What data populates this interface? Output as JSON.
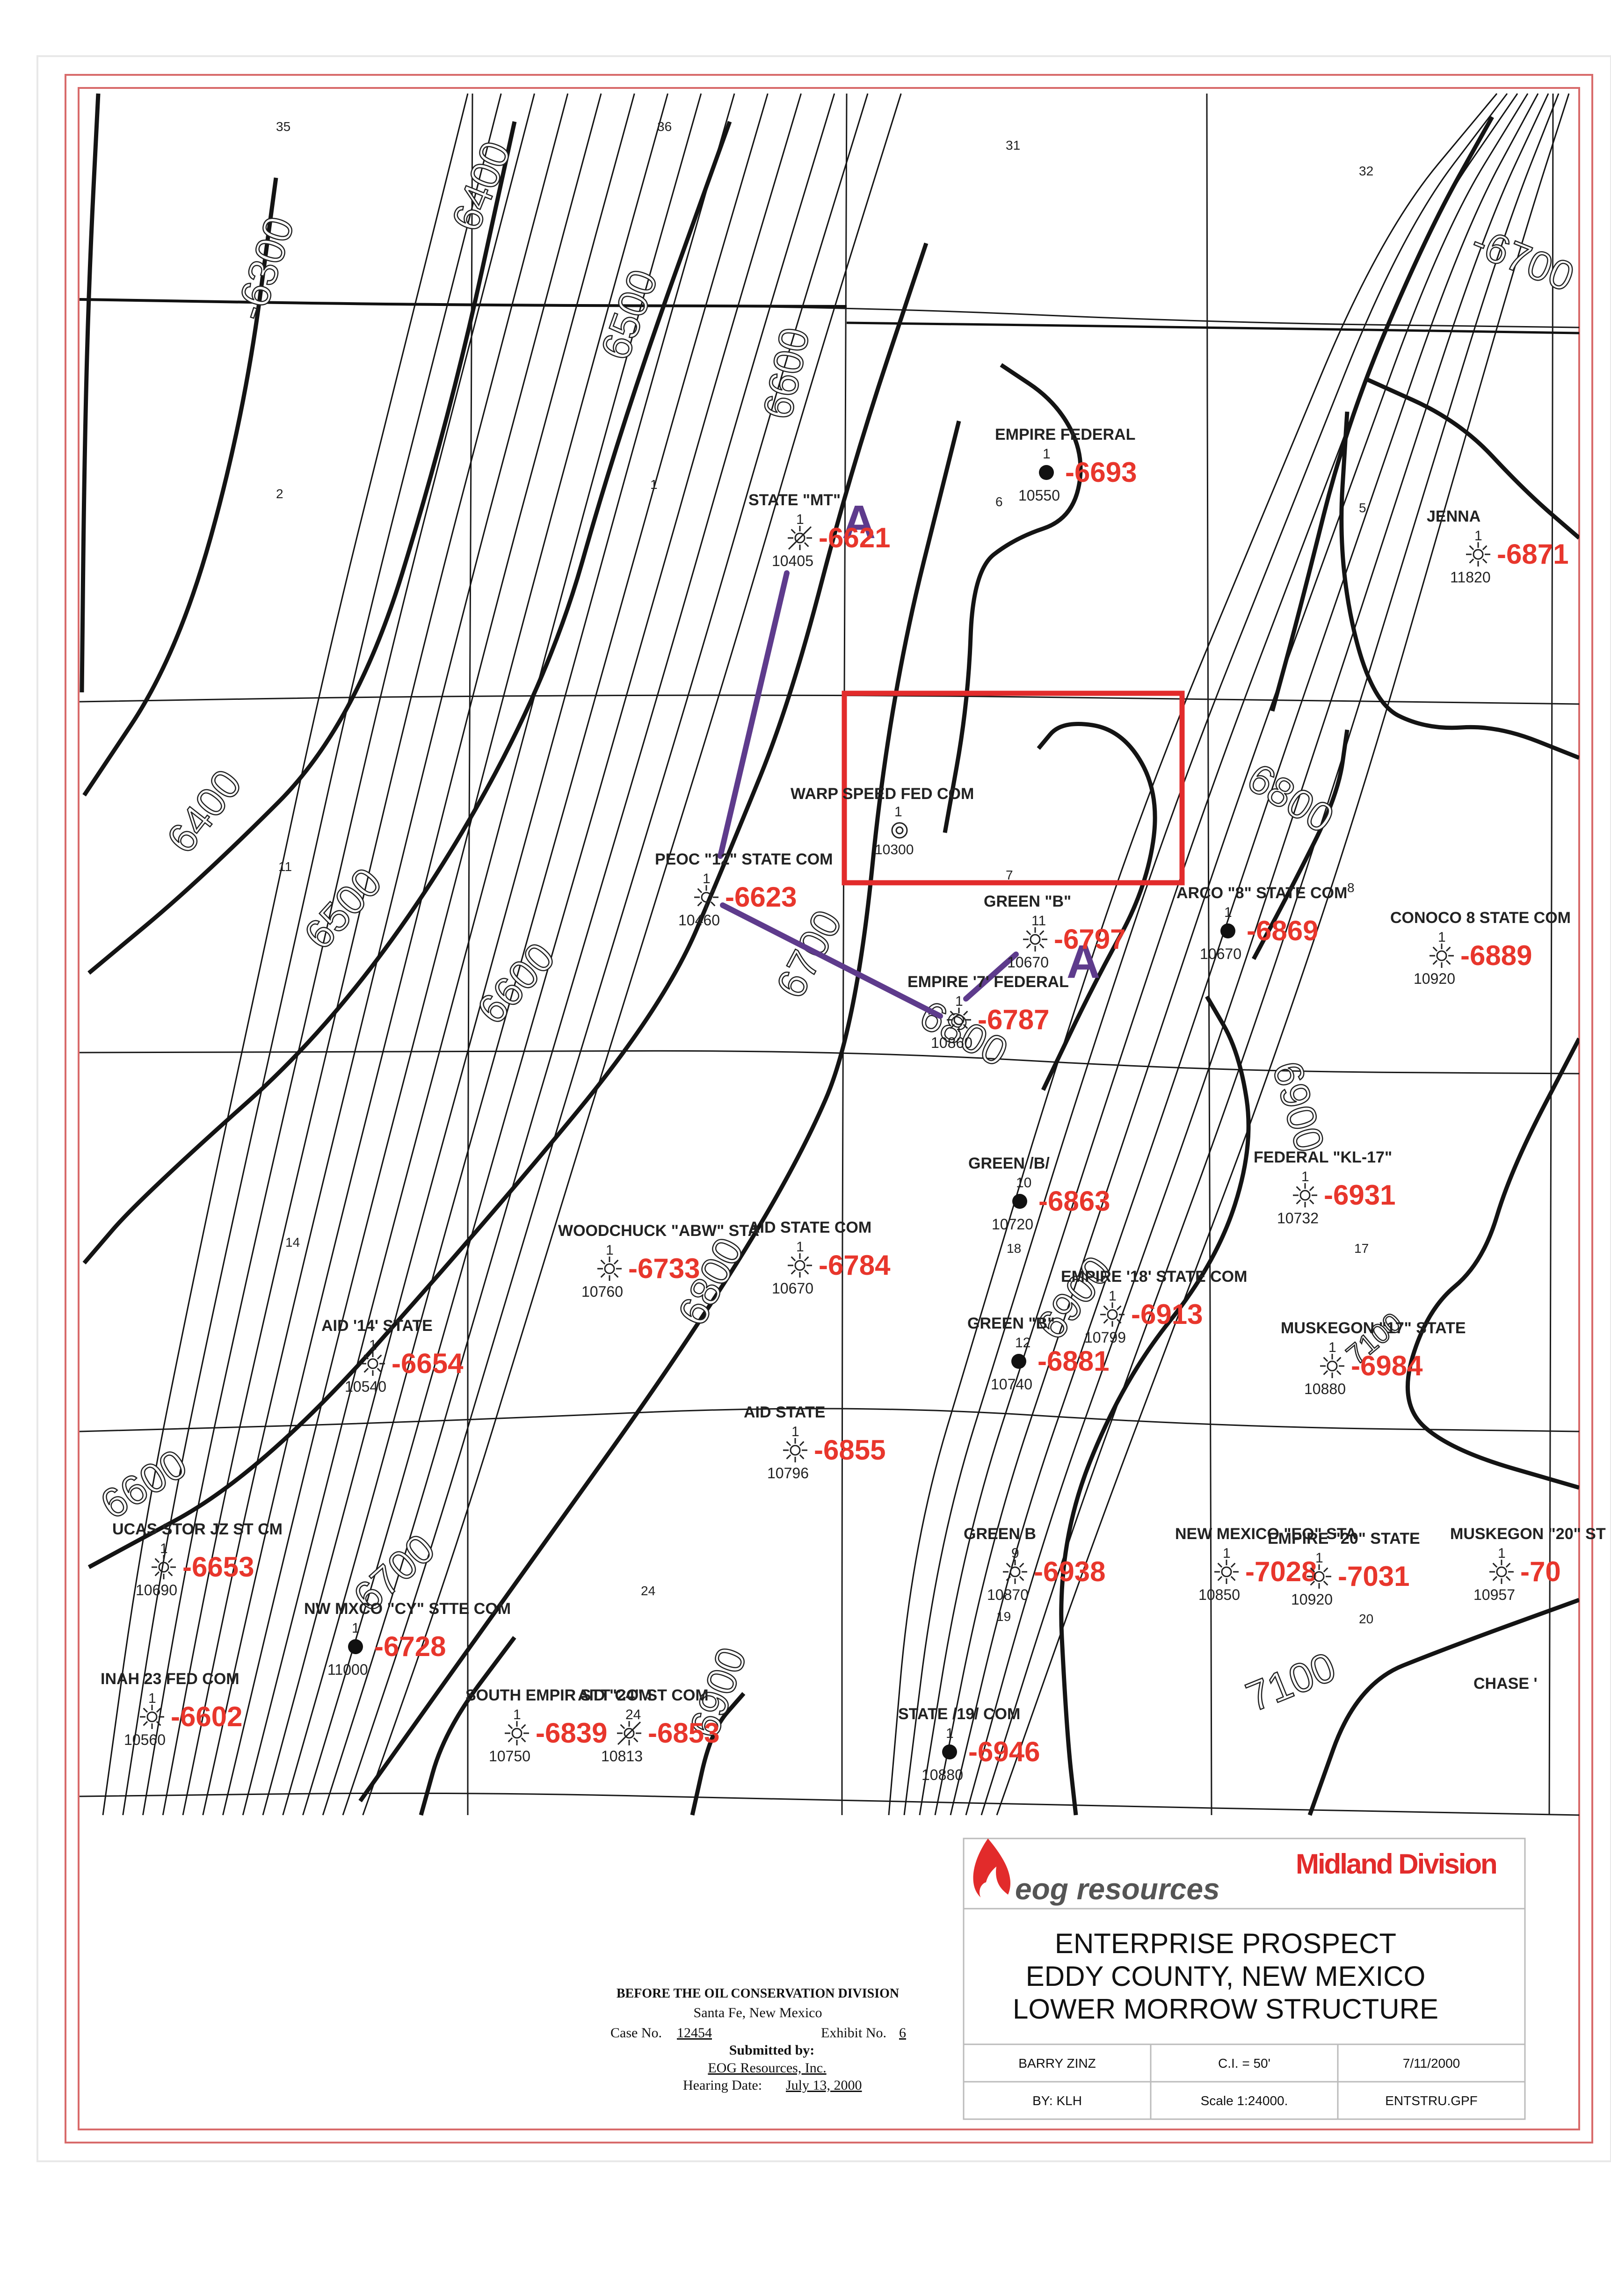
{
  "colors": {
    "contour": "#141414",
    "grid": "#1a1a1a",
    "well_label": "#222222",
    "subsea_red": "#e8362c",
    "prospect_box": "#e22b2b",
    "cross_section": "#5e3b8c",
    "brand_red": "#e22b2b",
    "border_red": "#d86b6b"
  },
  "section_numbers": [
    "35",
    "36",
    "31",
    "32",
    "2",
    "1",
    "6",
    "5",
    "11",
    "7",
    "8",
    "14",
    "18",
    "17",
    "24",
    "19",
    "20"
  ],
  "contour_labels": [
    "-6300",
    "6400",
    "6500",
    "6600",
    "-6700",
    "6400",
    "6500",
    "6600",
    "6700",
    "6800",
    "6800",
    "6900",
    "6600",
    "6700",
    "6800",
    "6900",
    "6900",
    "7100",
    "7100"
  ],
  "cross_section": {
    "label_a": "A",
    "label_a_prime": "A"
  },
  "prospect_box": {
    "label": "WARP SPEED FED COM",
    "well_number": "1",
    "total_depth": "10300"
  },
  "wells": [
    {
      "name": "STATE \"MT\"",
      "number": "1",
      "total_depth": "10405",
      "subsea": "-6621",
      "symbol": "gas-dry"
    },
    {
      "name": "EMPIRE FEDERAL",
      "number": "1",
      "total_depth": "10550",
      "subsea": "-6693",
      "symbol": "oil"
    },
    {
      "name": "JENNA",
      "number": "1",
      "total_depth": "11820",
      "subsea": "-6871",
      "symbol": "gas"
    },
    {
      "name": "PEOC \"12\" STATE COM",
      "number": "1",
      "total_depth": "10460",
      "subsea": "-6623",
      "symbol": "gas"
    },
    {
      "name": "GREEN \"B\"",
      "number": "11",
      "total_depth": "10670",
      "subsea": "-6797",
      "symbol": "gas"
    },
    {
      "name": "ARCO \"8\" STATE COM",
      "number": "1",
      "total_depth": "10670",
      "subsea": "-6869",
      "symbol": "oil"
    },
    {
      "name": "CONOCO 8 STATE COM",
      "number": "1",
      "total_depth": "10920",
      "subsea": "-6889",
      "symbol": "gas"
    },
    {
      "name": "EMPIRE '7' FEDERAL",
      "number": "1",
      "total_depth": "10860",
      "subsea": "-6787",
      "symbol": "gas"
    },
    {
      "name": "GREEN /B/",
      "number": "10",
      "total_depth": "10720",
      "subsea": "-6863",
      "symbol": "oil"
    },
    {
      "name": "FEDERAL \"KL-17\"",
      "number": "1",
      "total_depth": "10732",
      "subsea": "-6931",
      "symbol": "gas"
    },
    {
      "name": "WOODCHUCK \"ABW\" STA",
      "number": "1",
      "total_depth": "10760",
      "subsea": "-6733",
      "symbol": "gas"
    },
    {
      "name": "AID STATE COM",
      "number": "1",
      "total_depth": "10670",
      "subsea": "-6784",
      "symbol": "gas"
    },
    {
      "name": "EMPIRE '18' STATE COM",
      "number": "1",
      "total_depth": "10799",
      "subsea": "-6913",
      "symbol": "gas"
    },
    {
      "name": "GREEN \"B\"",
      "number": "12",
      "total_depth": "10740",
      "subsea": "-6881",
      "symbol": "oil"
    },
    {
      "name": "MUSKEGON \"17\" STATE",
      "number": "1",
      "total_depth": "10880",
      "subsea": "-6984",
      "symbol": "gas"
    },
    {
      "name": "AID '14' STATE",
      "number": "1",
      "total_depth": "10540",
      "subsea": "-6654",
      "symbol": "gas"
    },
    {
      "name": "AID STATE",
      "number": "1",
      "total_depth": "10796",
      "subsea": "-6855",
      "symbol": "gas"
    },
    {
      "name": "UCAS STOR JZ ST CM",
      "number": "1",
      "total_depth": "10690",
      "subsea": "-6653",
      "symbol": "gas"
    },
    {
      "name": "GREEN B",
      "number": "9",
      "total_depth": "10870",
      "subsea": "-6938",
      "symbol": "gas"
    },
    {
      "name": "NEW MEXICO \"EO\" STA",
      "number": "1",
      "total_depth": "10850",
      "subsea": "-7028",
      "symbol": "gas"
    },
    {
      "name": "EMPIRE \"20\" STATE",
      "number": "1",
      "total_depth": "10920",
      "subsea": "-7031",
      "symbol": "gas"
    },
    {
      "name": "MUSKEGON \"20\" ST",
      "number": "1",
      "total_depth": "10957",
      "subsea": "-70",
      "symbol": "gas"
    },
    {
      "name": "NW MXCO \"CY\" STTE COM",
      "number": "1",
      "total_depth": "11000",
      "subsea": "-6728",
      "symbol": "oil"
    },
    {
      "name": "INAH 23 FED COM",
      "number": "1",
      "total_depth": "10560",
      "subsea": "-6602",
      "symbol": "gas"
    },
    {
      "name": "SOUTH EMPIR STT COM",
      "number": "1",
      "total_depth": "10750",
      "subsea": "-6839",
      "symbol": "gas"
    },
    {
      "name": "AID \"24\" ST COM",
      "number": "24",
      "total_depth": "10813",
      "subsea": "-6853",
      "symbol": "gas-dry"
    },
    {
      "name": "STATE /19/ COM",
      "number": "1",
      "total_depth": "10880",
      "subsea": "-6946",
      "symbol": "oil"
    },
    {
      "name": "CHASE '",
      "number": "",
      "total_depth": "",
      "subsea": "",
      "symbol": "none"
    }
  ],
  "title_block": {
    "company": "eog resources",
    "division": "Midland Division",
    "line1": "ENTERPRISE PROSPECT",
    "line2": "EDDY COUNTY, NEW MEXICO",
    "line3": "LOWER MORROW STRUCTURE",
    "author": "BARRY ZINZ",
    "ci": "C.I. = 50'",
    "date": "7/11/2000",
    "by": "BY:  KLH",
    "scale": "Scale  1:24000.",
    "file": "ENTSTRU.GPF"
  },
  "exhibit_stamp": {
    "line1": "BEFORE THE OIL CONSERVATION DIVISION",
    "line2": "Santa Fe, New Mexico",
    "case_label": "Case No.",
    "case_no": "12454",
    "exhibit_label": "Exhibit No.",
    "exhibit_no": "6",
    "submitted_label": "Submitted by:",
    "submitted_by": "EOG Resources, Inc.",
    "hearing_label": "Hearing Date:",
    "hearing_date": "July 13, 2000"
  }
}
